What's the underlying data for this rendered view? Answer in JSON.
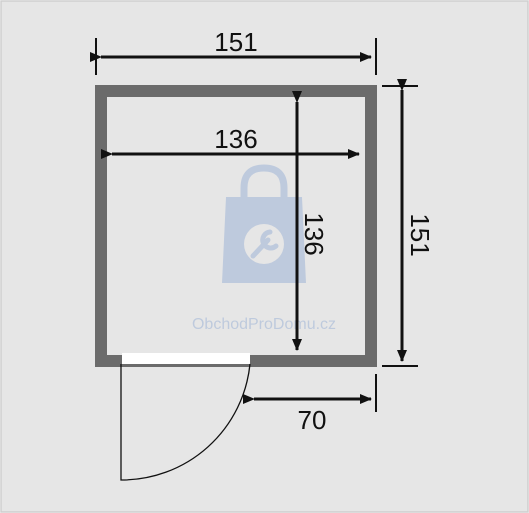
{
  "colors": {
    "background": "#e6e6e6",
    "frame_border": "#cfcfcf",
    "wall": "#6b6b6b",
    "interior": "#e6e6e6",
    "door_gap": "#ffffff",
    "dimension_line": "#111111",
    "watermark": "#9fb4d6"
  },
  "dimensions": {
    "outer_width": "151",
    "inner_width": "136",
    "inner_depth": "136",
    "outer_depth": "151",
    "door_width": "70"
  },
  "watermark": {
    "text": "ObchodProDomu.cz",
    "icon": "shopping-bag-wrench-icon"
  }
}
